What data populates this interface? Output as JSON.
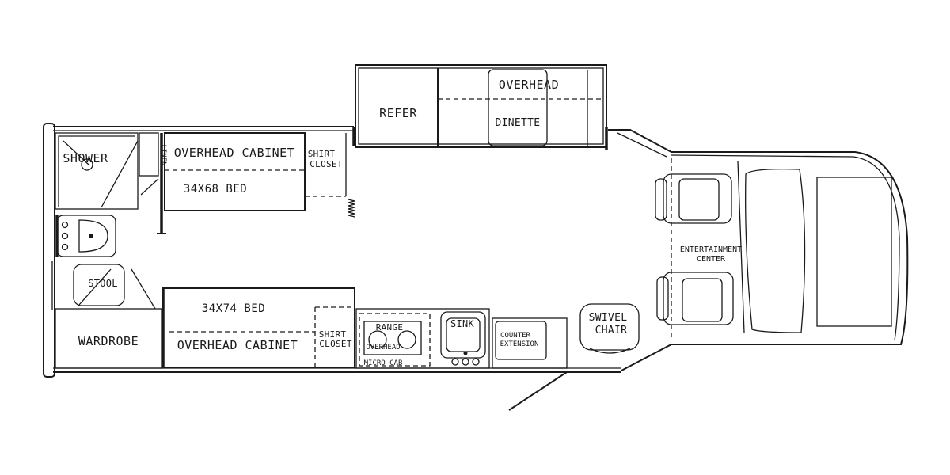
{
  "labels": {
    "shower": "SHOWER",
    "linen": "LINEN",
    "overhead_cabinet_top": "OVERHEAD CABINET",
    "bed_top": "34X68 BED",
    "shirt_top_1": "SHIRT",
    "shirt_top_2": "CLOSET",
    "refer": "REFER",
    "overhead_dinette": "OVERHEAD",
    "dinette": "DINETTE",
    "stool": "STOOL",
    "wardrobe": "WARDROBE",
    "bed_bottom": "34X74 BED",
    "overhead_cabinet_bottom": "OVERHEAD CABINET",
    "shirt_bottom_1": "SHIRT",
    "shirt_bottom_2": "CLOSET",
    "range": "RANGE",
    "overhead_micro": "OVERHEAD",
    "micro_cab": "MICRO CAB",
    "sink": "SINK",
    "counter_1": "COUNTER",
    "counter_2": "EXTENSION",
    "swivel_1": "SWIVEL",
    "swivel_2": "CHAIR",
    "entertainment_1": "ENTERTAINMENT",
    "entertainment_2": "CENTER"
  },
  "colors": {
    "line": "#1a1a1a",
    "background": "#ffffff"
  }
}
